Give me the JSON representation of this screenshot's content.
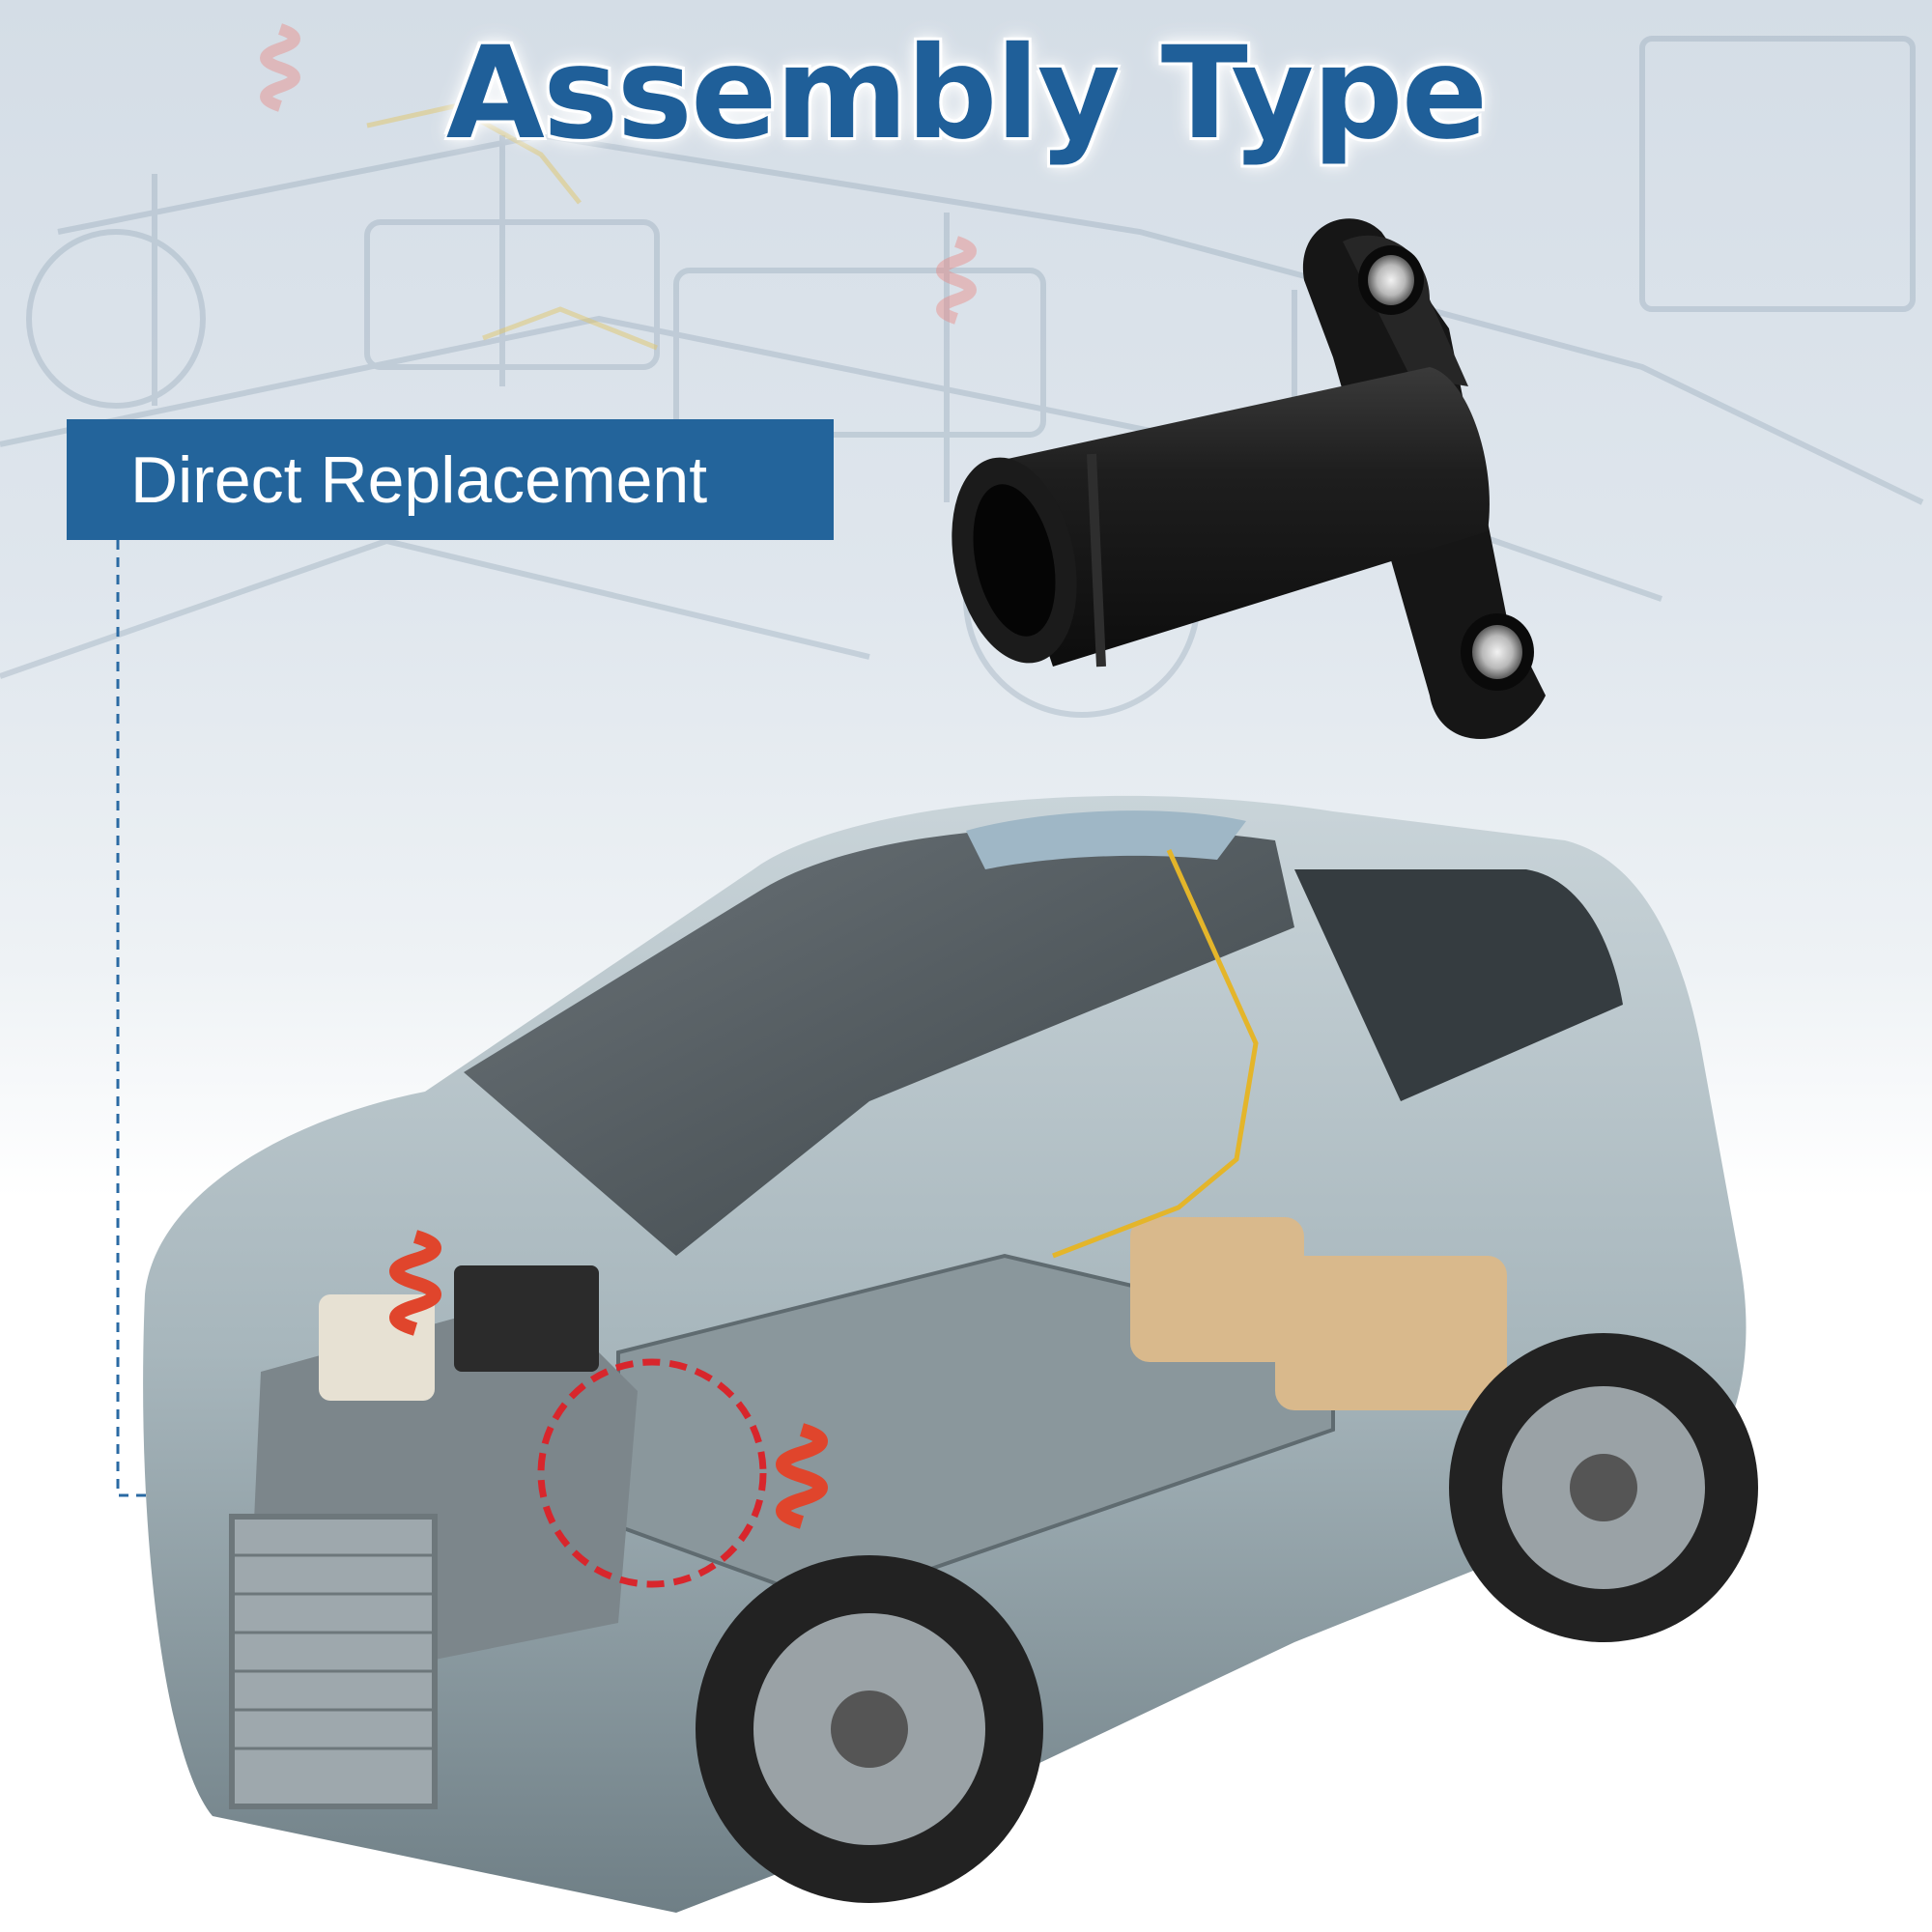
{
  "title": "Assembly Type",
  "badge": {
    "label": "Direct Replacement"
  },
  "colors": {
    "title": "#1f5f99",
    "badge_background": "#23649b",
    "badge_text": "#ffffff",
    "leader_line": "#2a6aa3",
    "highlight_circle": "#d8262c",
    "part_body": "#1c1c1c",
    "car_body": "#a9b8bf"
  },
  "images": {
    "background": "faded-chassis-schematic",
    "product": "black-coolant-pipe-flange",
    "vehicle": "suv-cutaway-illustration"
  }
}
